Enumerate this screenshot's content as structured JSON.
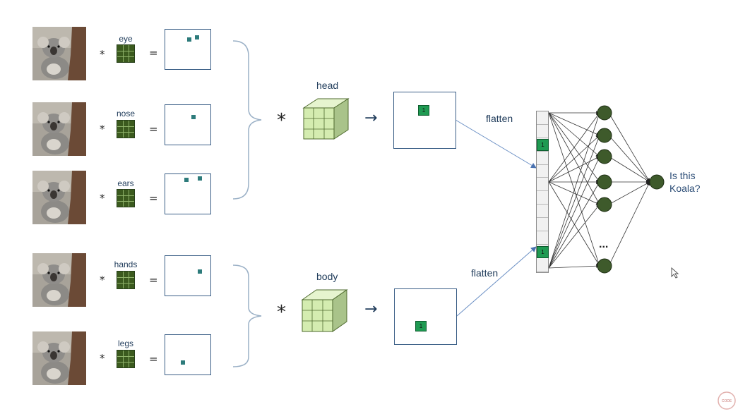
{
  "features": [
    {
      "label": "eye"
    },
    {
      "label": "nose"
    },
    {
      "label": "ears"
    },
    {
      "label": "hands"
    },
    {
      "label": "legs"
    }
  ],
  "operators": {
    "convolve": "*",
    "equals": "=",
    "arrow": "→"
  },
  "head_label": "head",
  "body_label": "body",
  "flatten_label_top": "flatten",
  "flatten_label_bottom": "flatten",
  "cell_value": "1",
  "ellipsis": "...",
  "question_line1": "Is this",
  "question_line2": "Koala?",
  "colors": {
    "filter": "#3b5a1e",
    "cube": "#d4ecb0",
    "active_cell": "#1f9a52",
    "node": "#3e5a2b",
    "map_border": "#3a5e86"
  }
}
